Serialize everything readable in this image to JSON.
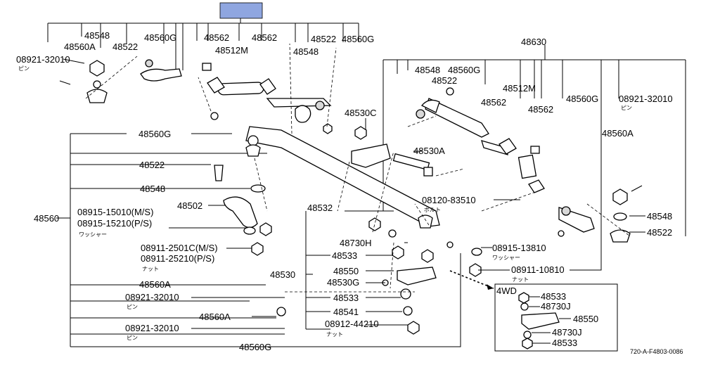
{
  "diagram": {
    "header_box_color": "#8fa6e0",
    "footer_code": "720-A-F4803-0086",
    "inset_title": "4WD",
    "labels": {
      "p48548_a": "48548",
      "p48560A_a": "48560A",
      "p48522_a": "48522",
      "p48560G_a": "48560G",
      "p08921_a": "08921-32010",
      "pin_a": "ピン",
      "p48562_a": "48562",
      "p48562_b": "48562",
      "p48512M_a": "48512M",
      "p48522_b": "48522",
      "p48548_b": "48548",
      "p48560G_b": "48560G",
      "p48630": "48630",
      "p48548_c": "48548",
      "p48560G_c": "48560G",
      "p48522_c": "48522",
      "p48512M_b": "48512M",
      "p48562_c": "48562",
      "p48562_d": "48562",
      "p48560G_d": "48560G",
      "p08921_b": "08921-32010",
      "pin_b": "ピン",
      "p48560A_b": "48560A",
      "p48530C": "48530C",
      "p48530A": "48530A",
      "p48560G_e": "48560G",
      "p48522_d": "48522",
      "p48548_d": "48548",
      "p48560": "48560",
      "p48502": "48502",
      "p08915_ms": "08915-15010(M/S)",
      "p08915_ps": "08915-15210(P/S)",
      "washer_a": "ワッシャー",
      "p08911_ms": "08911-2501C(M/S)",
      "p08911_ps": "08911-25210(P/S)",
      "nut_a": "ナット",
      "p48560A_c": "48560A",
      "p08921_c": "08921-32010",
      "pin_c": "ピン",
      "p48560A_d": "48560A",
      "p08921_d": "08921-32010",
      "pin_d": "ピン",
      "p48560G_f": "48560G",
      "p48532": "48532",
      "p08120": "08120-83510",
      "bolt": "ボルト",
      "p48730H": "48730H",
      "p48533_a": "48533",
      "p48530": "48530",
      "p48550_a": "48550",
      "p48530G": "48530G",
      "p48533_b": "48533",
      "p48541": "48541",
      "p08912": "08912-44210",
      "nut_b": "ナット",
      "p08915_b": "08915-13810",
      "washer_b": "ワッシャー",
      "p08911_b": "08911-10810",
      "nut_c": "ナット",
      "p48548_e": "48548",
      "p48522_e": "48522",
      "p48533_c": "48533",
      "p48730J_a": "48730J",
      "p48550_b": "48550",
      "p48730J_b": "48730J",
      "p48533_d": "48533"
    }
  }
}
